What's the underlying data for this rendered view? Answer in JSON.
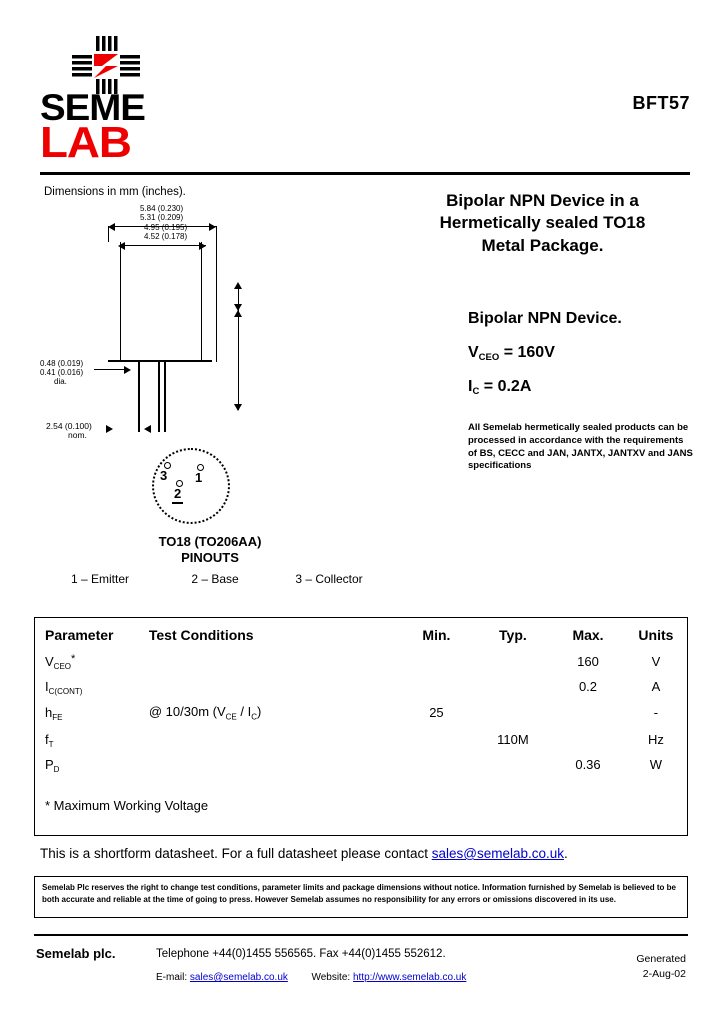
{
  "header": {
    "logo_seme": "SEME",
    "logo_lab": "LAB",
    "part_number": "BFT57",
    "brand_red": "#ee0000"
  },
  "drawing": {
    "dimensions_note": "Dimensions in mm (inches).",
    "dim_a_max": "5.84 (0.230)",
    "dim_a_min": "5.31 (0.209)",
    "dim_b_max": "4.95 (0.195)",
    "dim_b_min": "4.52 (0.178)",
    "dim_lead_max": "0.48 (0.019)",
    "dim_lead_min": "0.41 (0.016)",
    "dim_lead_note": "dia.",
    "dim_pitch": "2.54 (0.100)",
    "dim_pitch_note": "nom.",
    "pin_labels": {
      "p1": "1",
      "p2": "2",
      "p3": "3"
    },
    "pinout_title_line1": "TO18 (TO206AA)",
    "pinout_title_line2": "PINOUTS",
    "pinout_1": "1 – Emitter",
    "pinout_2": "2 – Base",
    "pinout_3": "3 – Collector"
  },
  "description": {
    "title_line1": "Bipolar NPN Device in a",
    "title_line2": "Hermetically sealed TO18",
    "title_line3": "Metal Package.",
    "subtitle": "Bipolar NPN Device.",
    "vceo_symbol": "V",
    "vceo_sub": "CEO",
    "vceo_value": "=  160V",
    "ic_symbol": "I",
    "ic_sub": "C",
    "ic_value": "= 0.2A",
    "certification": "All Semelab hermetically sealed products can be processed in accordance with the requirements of BS, CECC and JAN, JANTX, JANTXV and JANS specifications"
  },
  "table": {
    "headers": {
      "parameter": "Parameter",
      "conditions": "Test Conditions",
      "min": "Min.",
      "typ": "Typ.",
      "max": "Max.",
      "units": "Units"
    },
    "rows": [
      {
        "sym": "V",
        "sub": "CEO",
        "sup": "*",
        "cond": "",
        "min": "",
        "typ": "",
        "max": "160",
        "units": "V"
      },
      {
        "sym": "I",
        "sub": "C(CONT)",
        "sup": "",
        "cond": "",
        "min": "",
        "typ": "",
        "max": "0.2",
        "units": "A"
      },
      {
        "sym": "h",
        "sub": "FE",
        "sup": "",
        "cond": "@ 10/30m (VCE / IC)",
        "min": "25",
        "typ": "",
        "max": "",
        "units": "-"
      },
      {
        "sym": "f",
        "sub": "T",
        "sup": "",
        "cond": "",
        "min": "",
        "typ": "110M",
        "max": "",
        "units": "Hz"
      },
      {
        "sym": "P",
        "sub": "D",
        "sup": "",
        "cond": "",
        "min": "",
        "typ": "",
        "max": "0.36",
        "units": "W"
      }
    ],
    "footnote": "* Maximum Working Voltage"
  },
  "shortform": {
    "text_before": "This is a shortform datasheet. For a full datasheet please contact ",
    "email": "sales@semelab.co.uk",
    "text_after": "."
  },
  "disclaimer": {
    "text": "Semelab Plc reserves the right to change test conditions, parameter limits and package dimensions without notice. Information furnished by Semelab is believed to be both accurate and reliable at the time of going to press. However Semelab assumes no responsibility for any errors or omissions discovered in its use."
  },
  "footer": {
    "company": "Semelab plc.",
    "telephone": "Telephone +44(0)1455 556565. Fax +44(0)1455 552612.",
    "email_label": "E-mail:",
    "email": "sales@semelab.co.uk",
    "website_label": "Website:",
    "website": "http://www.semelab.co.uk",
    "generated_label": "Generated",
    "generated_date": "2-Aug-02"
  }
}
